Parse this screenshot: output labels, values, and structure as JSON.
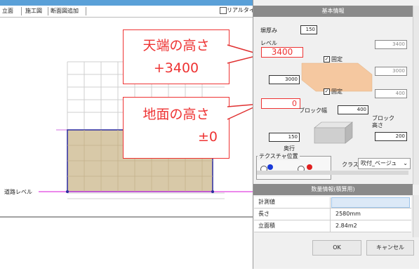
{
  "tabs": [
    "立面",
    "施工図",
    "断面図追加"
  ],
  "realtime_label": "リアルタイ",
  "road_level_label": "道路レベル",
  "panel": {
    "basic_info_header": "基本情報",
    "wall_thickness_label": "塀厚み",
    "wall_thickness_value": "150",
    "level_label": "レベル",
    "top_level_value": "3400",
    "right_top_value": "3400",
    "fixed_label_1": "固定",
    "right_mid_value": "3000",
    "left_mid_value": "3000",
    "fixed_label_2": "固定",
    "right_low_value": "400",
    "ground_level_value": "0",
    "block_width_label": "ブロック幅",
    "block_width_value": "400",
    "block_height_label": "ブロック\n高さ",
    "block_height_value": "200",
    "depth_value": "150",
    "depth_label": "奥行",
    "texture_label": "テクスチャ位置",
    "class_label": "クラス",
    "class_value": "吹付_ベージュ",
    "quantity_header": "数量情報(積算用)",
    "rows": [
      {
        "name": "計測値",
        "value": ""
      },
      {
        "name": "長さ",
        "value": "2580mm"
      },
      {
        "name": "立面積",
        "value": "2.84m2"
      }
    ],
    "ok_label": "OK",
    "cancel_label": "キャンセル"
  },
  "callouts": {
    "top_line1": "天端の高さ",
    "top_line2": "+3400",
    "ground_line1": "地面の高さ",
    "ground_line2": "±0"
  },
  "colors": {
    "wall_fill": "#d8c9a8",
    "wall_border": "#2a2aa0",
    "road_line": "#e040e0",
    "callout_red": "#e03030",
    "header_gray": "#8a8a8a",
    "block_face": "#f5c8a0"
  }
}
